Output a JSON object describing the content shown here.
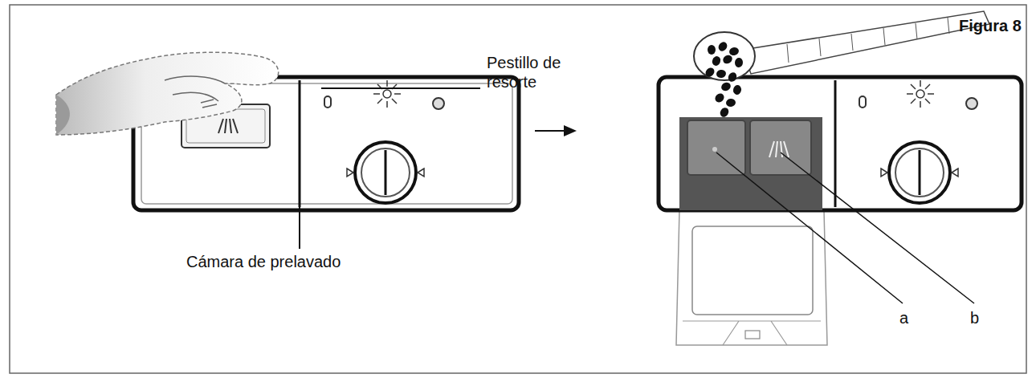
{
  "diagram": {
    "labels": [
      "Figura 8",
      "Pestillo de resorte",
      "Cámara de prelavado",
      "a",
      "b"
    ]
  }
}
